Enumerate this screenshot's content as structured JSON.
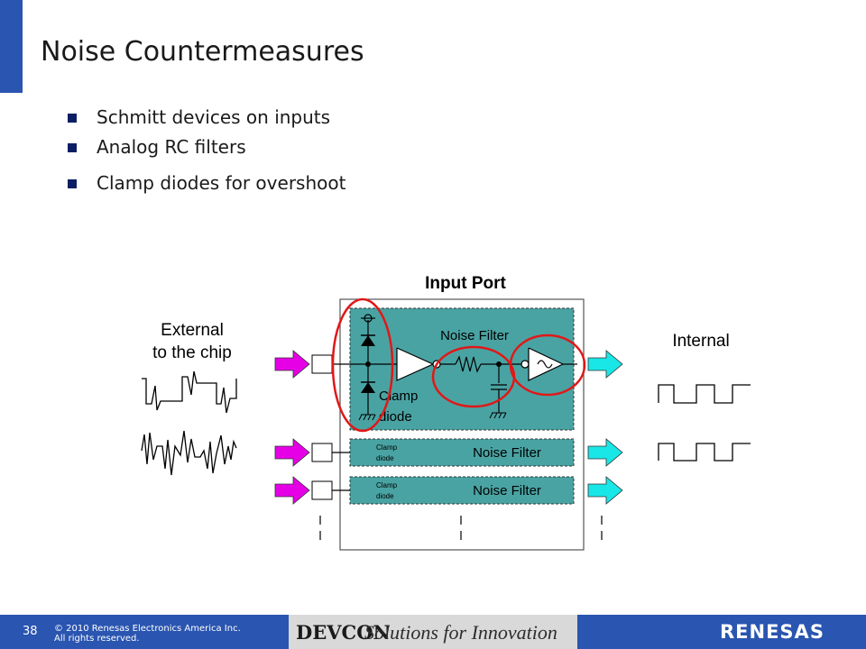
{
  "slide": {
    "title": "Noise Countermeasures",
    "bullets": [
      "Schmitt devices on inputs",
      "Analog RC filters",
      "Clamp diodes for overshoot"
    ]
  },
  "diagram": {
    "input_port_label": "Input Port",
    "external_label_line1": "External",
    "external_label_line2": "to the chip",
    "internal_label": "Internal",
    "main_noise_filter_label": "Noise Filter",
    "clamp_label_line1": "Clamp",
    "clamp_label_line2": "diode",
    "small_clamp_line1": "Clamp",
    "small_clamp_line2": "diode",
    "small_noise_filter_label": "Noise Filter",
    "colors": {
      "filter_fill": "#4aa3a3",
      "arrow_in": "#e600e6",
      "arrow_out": "#19e6e6",
      "highlight": "#e01818"
    }
  },
  "footer": {
    "page_number": "38",
    "copyright_line1": "© 2010 Renesas Electronics America Inc.",
    "copyright_line2": "All rights reserved.",
    "devcon": "DEVCON",
    "tagline": "Solutions for Innovation",
    "logo": "RENESAS"
  }
}
